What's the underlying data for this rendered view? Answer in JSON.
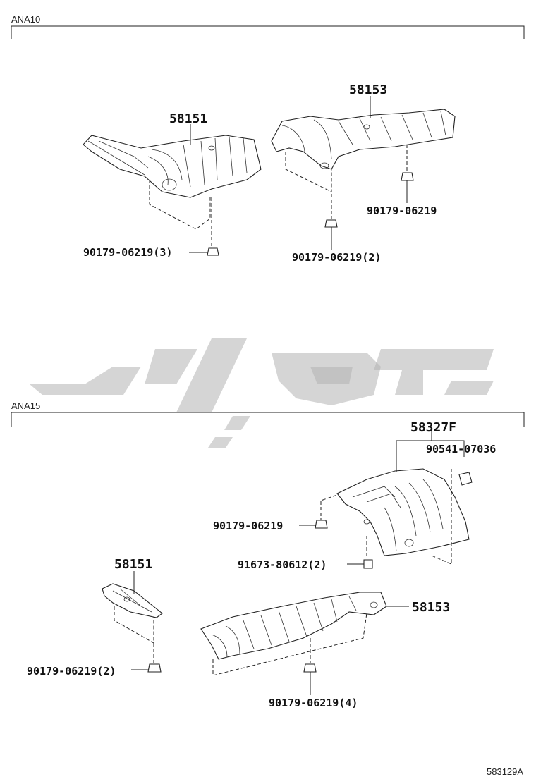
{
  "sections": {
    "top": {
      "label": "ANA10"
    },
    "bottom": {
      "label": "ANA15"
    }
  },
  "parts": {
    "ana10_58151": "58151",
    "ana10_58153": "58153",
    "ana10_clip_3": "90179-06219(3)",
    "ana10_clip_2": "90179-06219(2)",
    "ana10_clip_1": "90179-06219",
    "ana15_58327f": "58327F",
    "ana15_90541": "90541-07036",
    "ana15_clip_single": "90179-06219",
    "ana15_bolt": "91673-80612(2)",
    "ana15_58151": "58151",
    "ana15_clip_2": "90179-06219(2)",
    "ana15_58153": "58153",
    "ana15_clip_4": "90179-06219(4)"
  },
  "reference_code": "583129A",
  "watermark": {
    "color": "#b3b3b3",
    "kind": "logo-watermark"
  }
}
